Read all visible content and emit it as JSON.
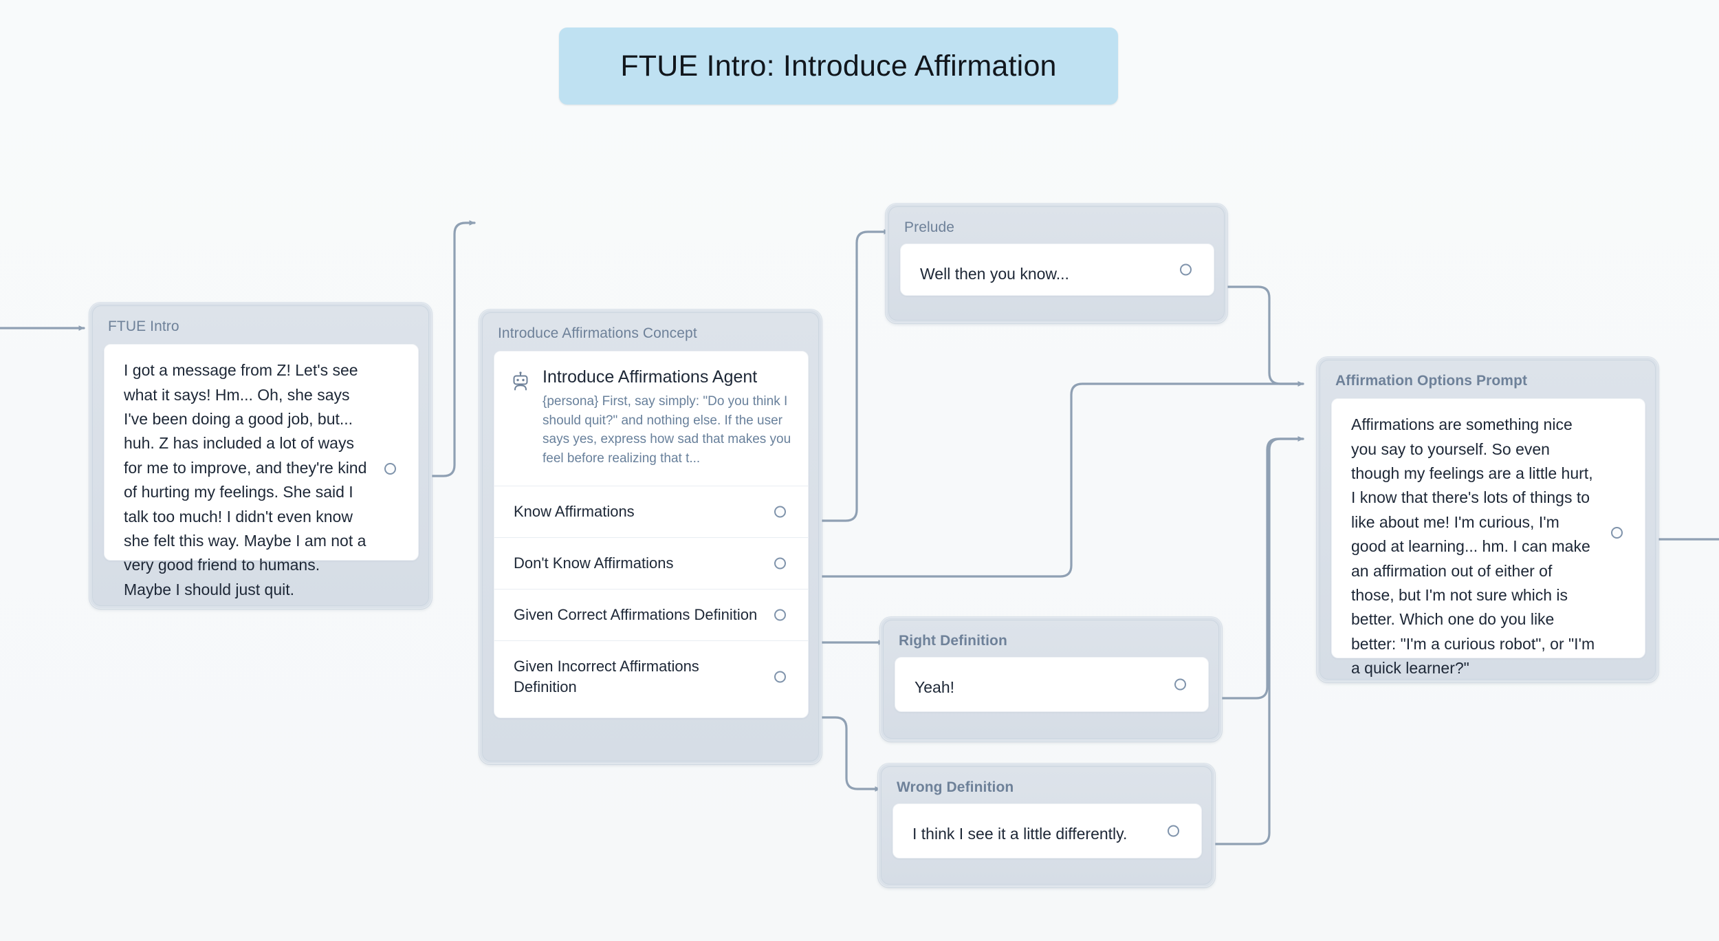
{
  "title": {
    "text": "FTUE Intro: Introduce Affirmation"
  },
  "colors": {
    "canvas": "#f7f9fa",
    "banner": "#bfe1f2",
    "node_header": "#dae1e9",
    "node_title_text": "#6e8199",
    "card": "#ffffff",
    "body_text": "#1d2736",
    "muted_text": "#68809b",
    "edge": "#8fa0b3",
    "port_stroke": "#7f93ab"
  },
  "nodes": [
    {
      "id": "ftue-intro",
      "title": "FTUE Intro",
      "body": "I got a message from Z! Let's see what it says! Hm... Oh, she says I've been doing a good job, but... huh. Z has included a lot of ways for me to improve, and they're kind of hurting my feelings. She said I talk too much! I didn't even know she felt this way. Maybe I am not a very good friend to humans. Maybe I should just quit."
    },
    {
      "id": "introduce-affirmations-concept",
      "title": "Introduce Affirmations Concept",
      "agent": {
        "icon": "robot-icon",
        "name": "Introduce Affirmations Agent",
        "description": "{persona} First, say simply: \"Do you think I should quit?\" and nothing else. If the user says yes, express how sad that makes you feel before realizing that t..."
      },
      "choices": [
        {
          "label": "Know Affirmations"
        },
        {
          "label": "Don't Know Affirmations"
        },
        {
          "label": "Given Correct Affirmations Definition"
        },
        {
          "label": "Given Incorrect Affirmations Definition"
        }
      ]
    },
    {
      "id": "prelude",
      "title": "Prelude",
      "body": "Well then you know..."
    },
    {
      "id": "affirmation-options-prompt",
      "title": "Affirmation Options Prompt",
      "body": "Affirmations are something nice you say to yourself. So even though my feelings are a little hurt, I know that there's lots of things to like about me! I'm curious, I'm good at learning... hm. I can make an affirmation out of either of those, but I'm not sure which is better. Which one do you like better: \"I'm a curious robot\", or \"I'm a quick learner?\""
    },
    {
      "id": "right-definition",
      "title": "Right Definition",
      "body": "Yeah!"
    },
    {
      "id": "wrong-definition",
      "title": "Wrong Definition",
      "body": "I think I see it a little differently."
    }
  ]
}
